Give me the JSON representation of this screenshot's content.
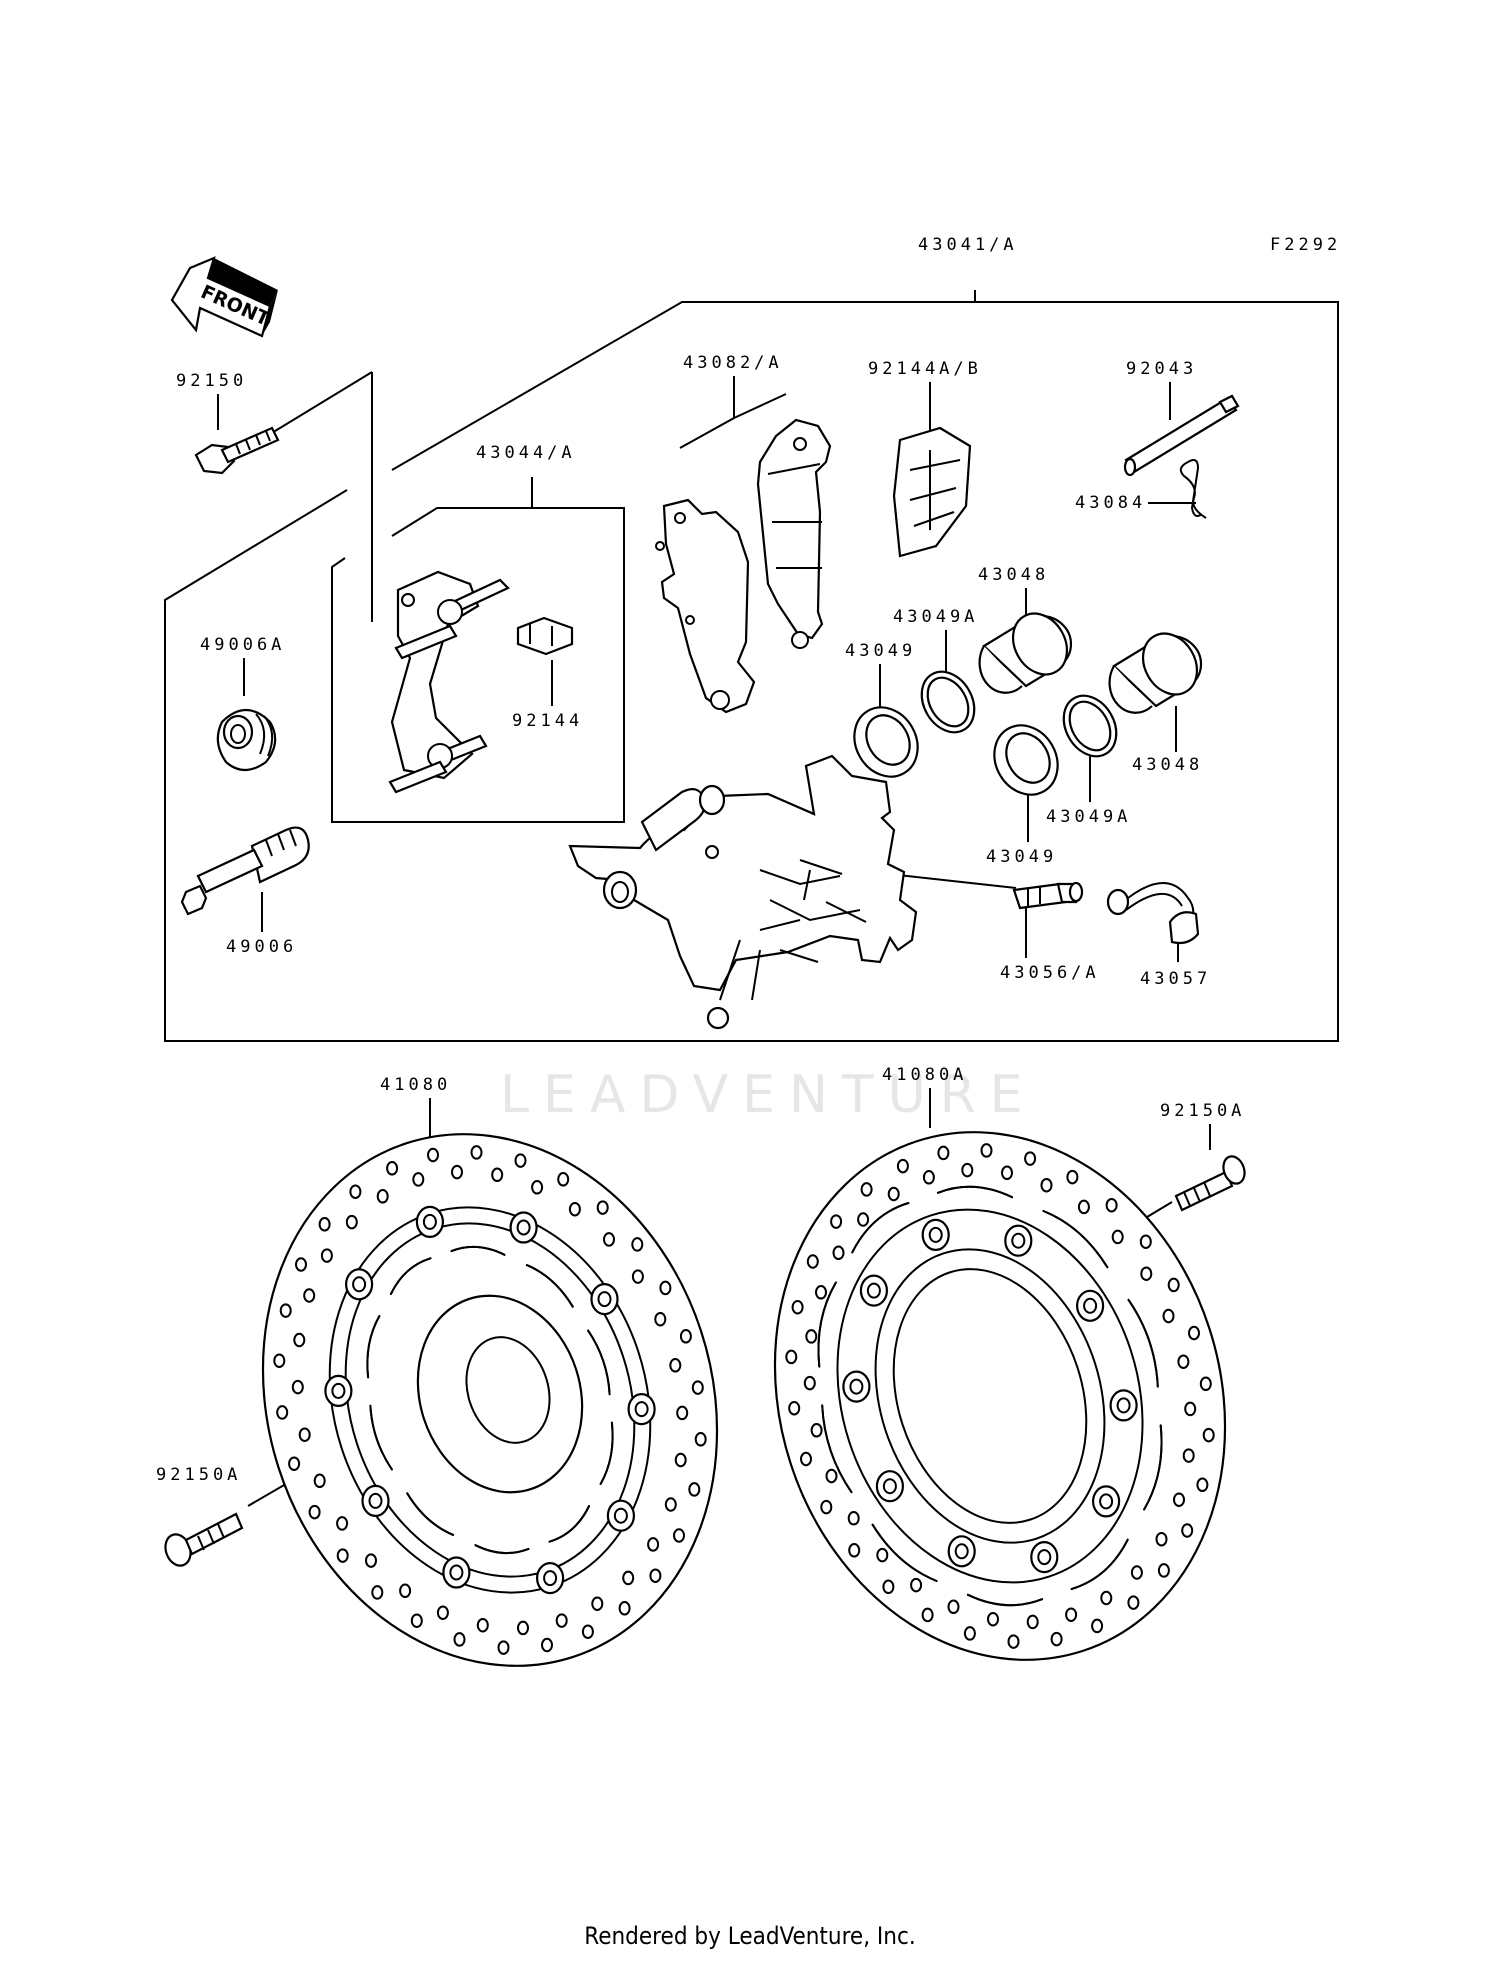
{
  "figure_code": "F2292",
  "front_arrow": "FRONT",
  "watermark": "LEADVENTURE",
  "footer": "Rendered by LeadVenture, Inc.",
  "labels": {
    "l43041": "43041/A",
    "l92150": "92150",
    "l43082": "43082/A",
    "l92144ab": "92144A/B",
    "l92043": "92043",
    "l43084": "43084",
    "l43044": "43044/A",
    "l43048a": "43048",
    "l43049Aa": "43049A",
    "l43049a": "43049",
    "l49006A": "49006A",
    "l92144": "92144",
    "l43048b": "43048",
    "l43049Ab": "43049A",
    "l43049b": "43049",
    "l49006": "49006",
    "l43056": "43056/A",
    "l43057": "43057",
    "l41080": "41080",
    "l41080A": "41080A",
    "l92150Aa": "92150A",
    "l92150Ab": "92150A"
  }
}
